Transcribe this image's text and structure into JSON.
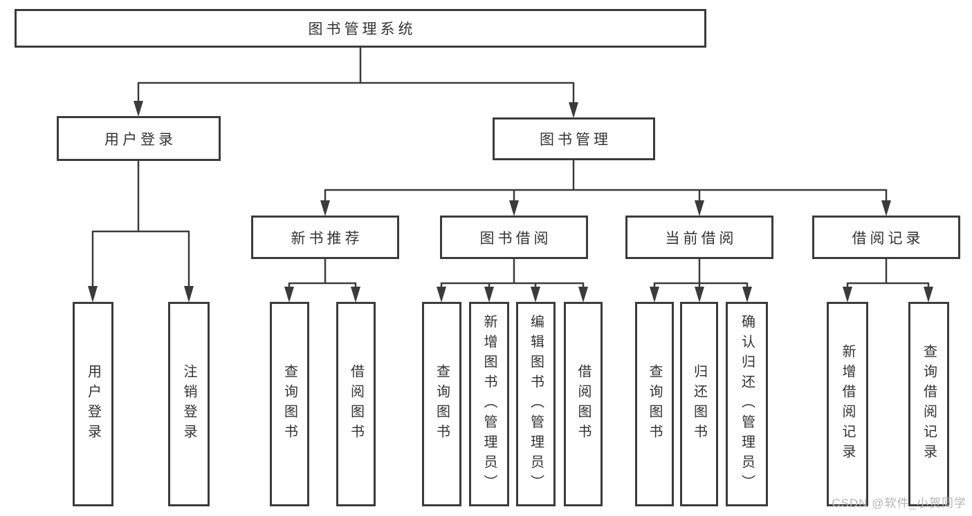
{
  "diagram_type": "hierarchy-tree",
  "nodes": {
    "root": {
      "label": "图书管理系统"
    },
    "level2": {
      "user_login": {
        "label": "用户登录"
      },
      "book_management": {
        "label": "图书管理"
      }
    },
    "level3": {
      "new_book_recommend": {
        "label": "新书推荐"
      },
      "book_borrow": {
        "label": "图书借阅"
      },
      "current_borrow": {
        "label": "当前借阅"
      },
      "borrow_records": {
        "label": "借阅记录"
      }
    },
    "leaves": {
      "user_login": {
        "label": "用户登录"
      },
      "logout": {
        "label": "注销登录"
      },
      "recommend_query_books": {
        "label": "查询图书"
      },
      "recommend_borrow_books": {
        "label": "借阅图书"
      },
      "borrow_query_books": {
        "label": "查询图书"
      },
      "add_books_admin": {
        "label": "新增图书（管理员）"
      },
      "edit_books_admin": {
        "label": "编辑图书（管理员）"
      },
      "borrow_books": {
        "label": "借阅图书"
      },
      "current_query_books": {
        "label": "查询图书"
      },
      "return_books": {
        "label": "归还图书"
      },
      "confirm_return_admin": {
        "label": "确认归还（管理员）"
      },
      "add_borrow_record": {
        "label": "新增借阅记录"
      },
      "query_borrow_record": {
        "label": "查询借阅记录"
      }
    }
  },
  "watermark": {
    "text": "CSDN @软件_小贺同学"
  },
  "colors": {
    "line": "#3b3b3b",
    "text": "#333333",
    "watermark": "#b5b5b5",
    "background": "#ffffff"
  }
}
